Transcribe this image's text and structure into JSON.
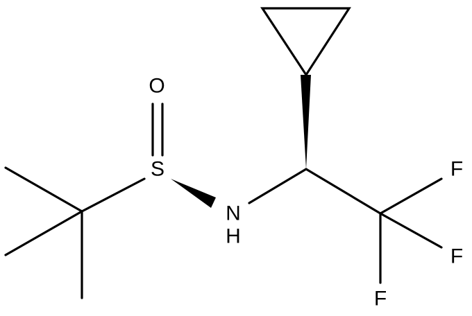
{
  "molecule": {
    "atoms": {
      "oxygen": "O",
      "sulfur": "S",
      "nitrogen": "N",
      "hydrogen": "H",
      "fluorine_1": "F",
      "fluorine_2": "F",
      "fluorine_3": "F"
    }
  },
  "colors": {
    "bond": "#000000",
    "label": "#000000",
    "background": "#ffffff"
  }
}
